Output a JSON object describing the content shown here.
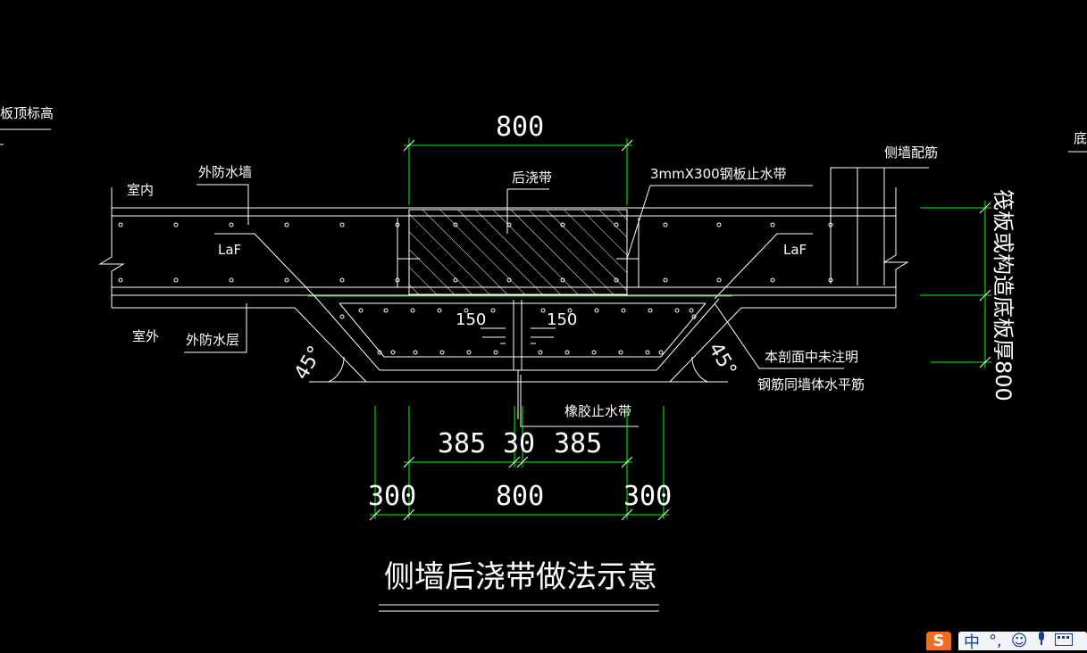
{
  "drawing": {
    "left_cutoff_label": "板顶标高",
    "right_cutoff_label": "底",
    "indoor_label": "室内",
    "outdoor_label": "室外",
    "ext_wall_label": "外防水墙",
    "ext_layer_label": "外防水层",
    "post_pour_label": "后浇带",
    "steel_plate_label": "3mmX300钢板止水带",
    "side_rebar_label": "侧墙配筋",
    "vertical_label": "筏板或构造底板厚800",
    "laf_left": "LaF",
    "laf_right": "LaF",
    "dim_150_left": "150",
    "dim_150_right": "150",
    "angle_left": "45°",
    "angle_right": "45°",
    "note_line1": "本剖面中未注明",
    "note_line2": "钢筋同墙体水平筋",
    "rubber_label": "橡胶止水带",
    "dim_top_800": "800",
    "dim_385_left": "385",
    "dim_30": "30",
    "dim_385_right": "385",
    "dim_300_left": "300",
    "dim_800_bottom": "800",
    "dim_300_right": "300",
    "title": "侧墙后浇带做法示意"
  },
  "colors": {
    "background": "#000000",
    "lines": "#ffffff",
    "dimension": "#00ff00",
    "rebar_dots": "#ffffff"
  },
  "taskbar": {
    "sogou_icon": "S",
    "chinese_mode": "中",
    "punct_icon": "°,",
    "emoji_icon": "☺",
    "mic_icon": "mic-icon",
    "keyboard_icon": "keyboard-icon"
  }
}
